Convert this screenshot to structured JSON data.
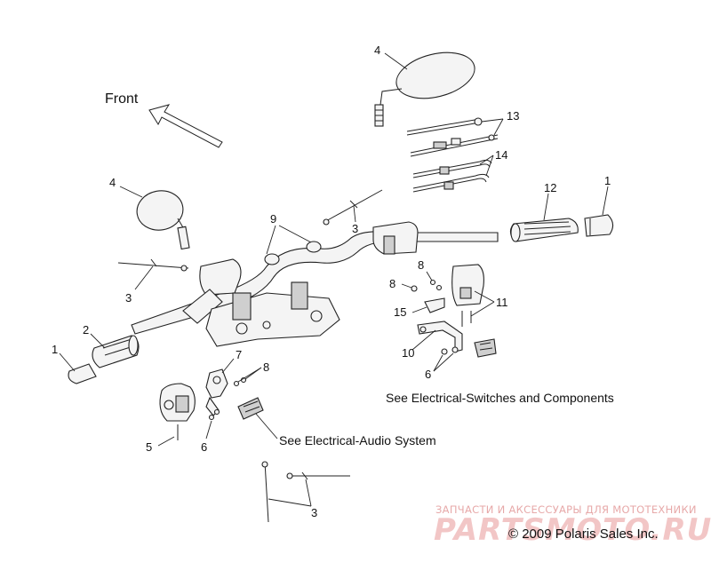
{
  "diagram": {
    "direction_label": "Front",
    "callouts": {
      "c1_right": "1",
      "c1_left": "1",
      "c2": "2",
      "c3_top": "3",
      "c3_left": "3",
      "c3_bottom": "3",
      "c4_top": "4",
      "c4_left": "4",
      "c5": "5",
      "c6_left": "6",
      "c6_right": "6",
      "c7": "7",
      "c8_left": "8",
      "c8_top": "8",
      "c8_mid": "8",
      "c9": "9",
      "c10": "10",
      "c11": "11",
      "c12": "12",
      "c13": "13",
      "c14": "14",
      "c15": "15"
    },
    "references": {
      "switches": "See Electrical-Switches and Components",
      "audio": "See Electrical-Audio System"
    },
    "copyright": "© 2009 Polaris Sales Inc.",
    "watermark": {
      "tagline": "ЗАПЧАСТИ И АКСЕССУАРЫ ДЛЯ МОТОТЕХНИКИ",
      "brand": "PARTSMOTO.RU"
    }
  }
}
